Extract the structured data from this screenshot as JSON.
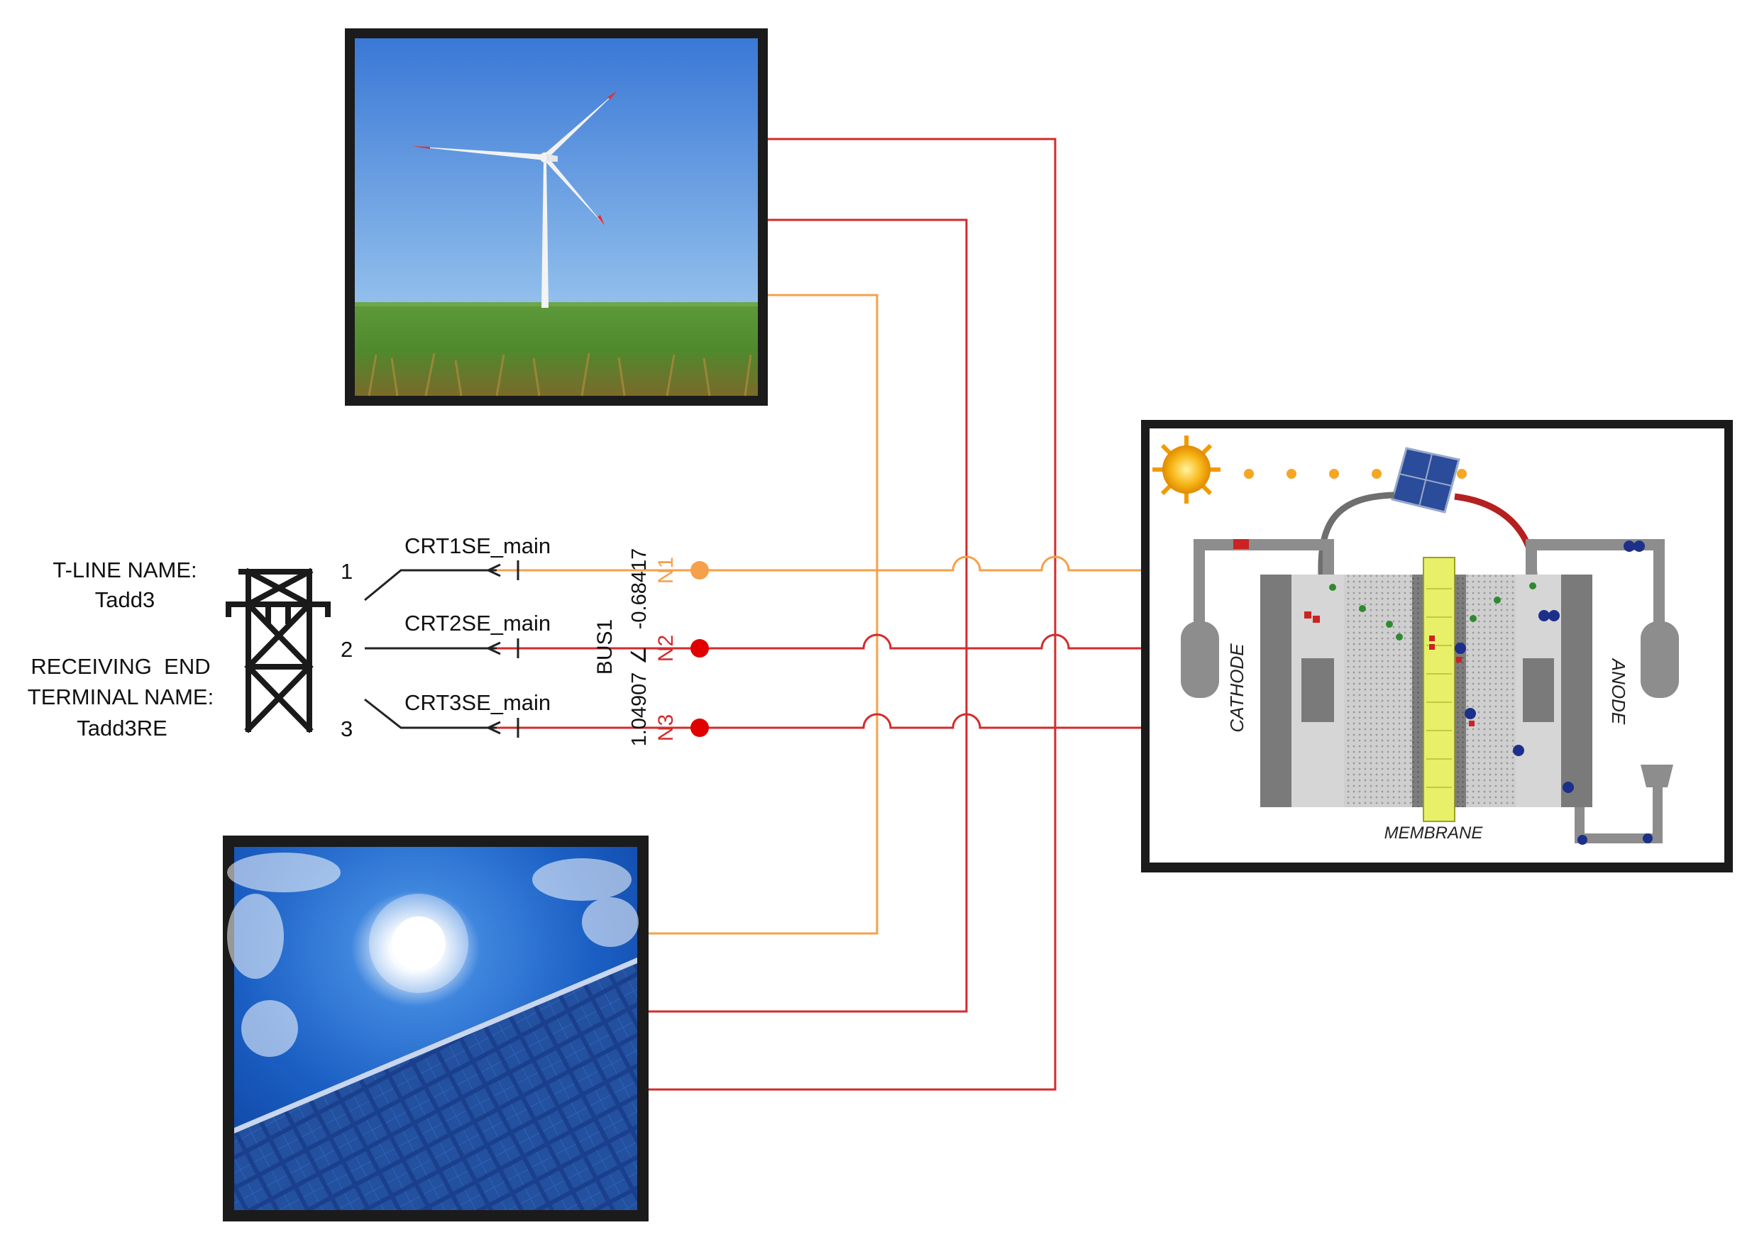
{
  "left_labels": {
    "tline_title": "T-LINE NAME:",
    "tline_value": "Tadd3",
    "receiving_line1": "RECEIVING  END",
    "receiving_line2": "TERMINAL NAME:",
    "receiving_value": "Tadd3RE"
  },
  "terminals": [
    "1",
    "2",
    "3"
  ],
  "breakers": [
    "CRT1SE_main",
    "CRT2SE_main",
    "CRT3SE_main"
  ],
  "bus": {
    "name": "BUS1",
    "voltage": "1.04907",
    "angle": "-0.68417",
    "angle_symbol": "∠",
    "nodes": [
      "N1",
      "N2",
      "N3"
    ]
  },
  "fuel_cell": {
    "cathode_label": "CATHODE",
    "anode_label": "ANODE",
    "membrane_label": "MEMBRANE"
  },
  "colors": {
    "phase1": "#f5a04a",
    "phase2": "#d42b2b",
    "phase3": "#d42b2b",
    "frame": "#1b1b1b",
    "membrane": "#e8f06a"
  }
}
